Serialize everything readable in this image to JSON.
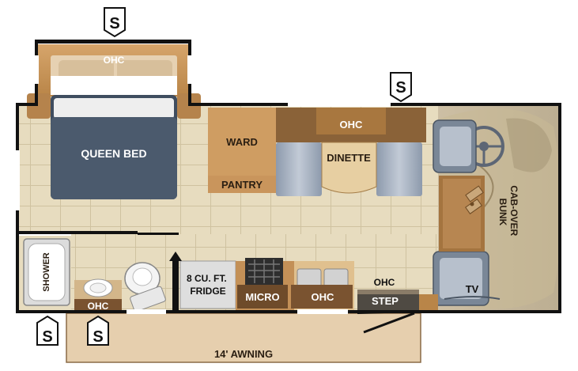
{
  "floorplan": {
    "slide_markers": {
      "symbol": "S"
    },
    "labels": {
      "bed_ohc": "OHC",
      "queen_bed": "QUEEN BED",
      "wardrobe": "WARD",
      "pantry": "PANTRY",
      "dinette_ohc": "OHC",
      "dinette": "DINETTE",
      "cab_over_bunk_line1": "CAB-OVER",
      "cab_over_bunk_line2": "BUNK",
      "tv": "TV",
      "shower": "SHOWER",
      "bath_ohc": "OHC",
      "fridge_line1": "8 CU. FT.",
      "fridge_line2": "FRIDGE",
      "micro": "MICRO",
      "kitchen_ohc": "OHC",
      "entry_ohc": "OHC",
      "step": "STEP",
      "awning": "14' AWNING"
    }
  }
}
